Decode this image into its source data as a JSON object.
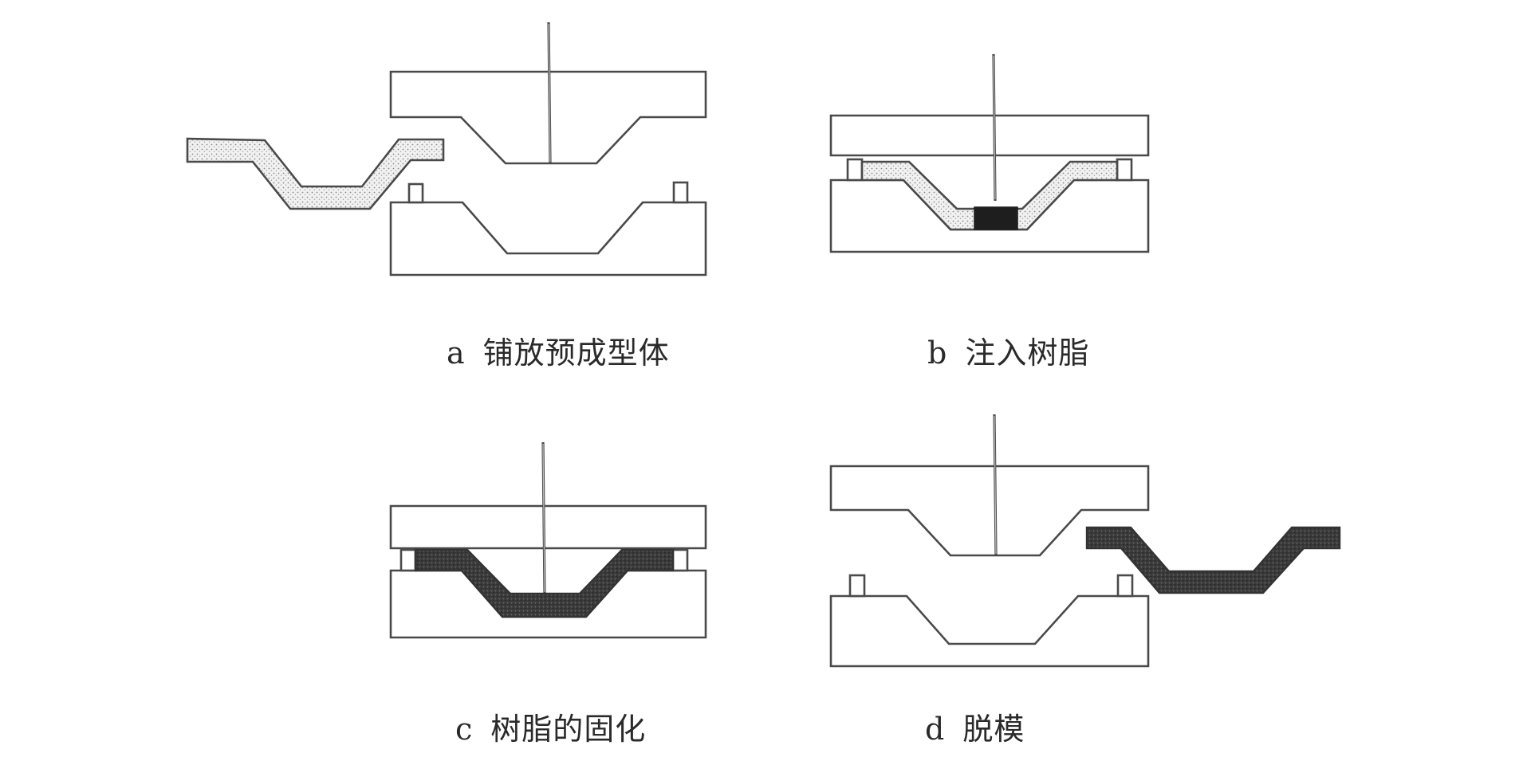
{
  "steps": [
    {
      "id": "a",
      "letter": "a",
      "label": "铺放预成型体"
    },
    {
      "id": "b",
      "letter": "b",
      "label": "注入树脂"
    },
    {
      "id": "c",
      "letter": "c",
      "label": "树脂的固化"
    },
    {
      "id": "d",
      "letter": "d",
      "label": "脱模"
    }
  ]
}
